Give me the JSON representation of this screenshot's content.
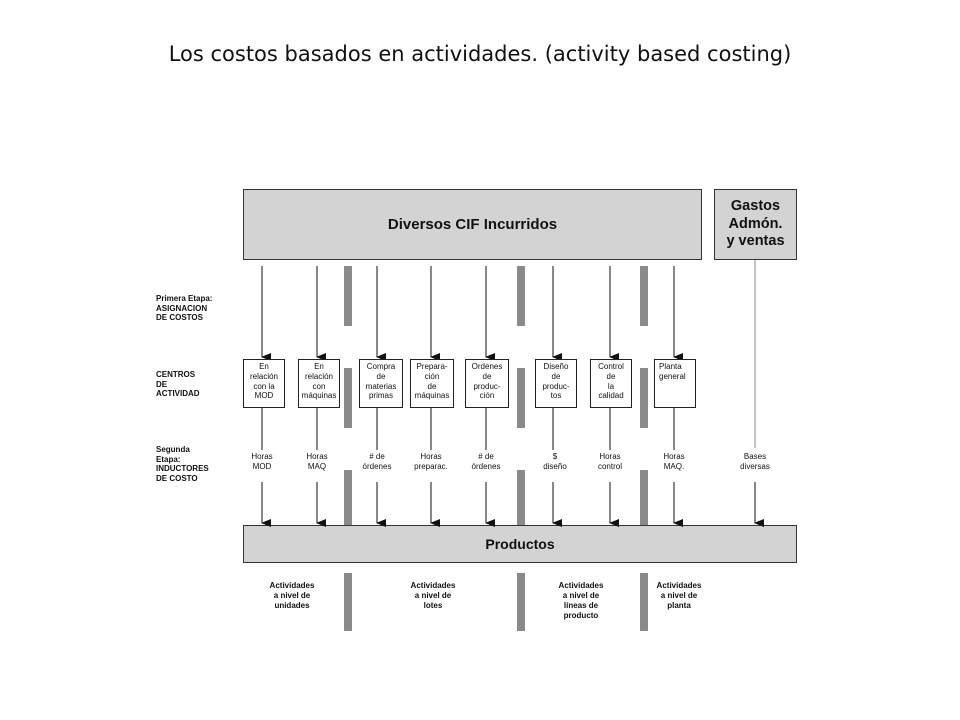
{
  "title": "Los costos basados en actividades. (activity based costing)",
  "top_boxes": {
    "cif": "Diversos CIF Incurridos",
    "gastos": "Gastos\nAdmón.\ny ventas"
  },
  "stage_labels": {
    "primera": "Primera Etapa:\nASIGNACION\nDE COSTOS",
    "centros": "CENTROS\nDE\nACTIVIDAD",
    "segunda": "Segunda\nEtapa:\nINDUCTORES\nDE COSTO"
  },
  "centers": [
    {
      "label": "En\nrelación\ncon la\nMOD",
      "driver": "Horas\nMOD"
    },
    {
      "label": "En\nrelación\ncon\nmáquinas",
      "driver": "Horas\nMAQ"
    },
    {
      "label": "Compra\nde\nmaterias\nprimas",
      "driver": "# de\nórdenes"
    },
    {
      "label": "Prepara-\nción\nde\nmáquinas",
      "driver": "Horas\npreparac."
    },
    {
      "label": "Ordenes\nde\nproduc-\nción",
      "driver": "# de\nórdenes"
    },
    {
      "label": "Diseño\nde\nproduc-\ntos",
      "driver": "$\ndiseño"
    },
    {
      "label": "Control\nde\nla\ncalidad",
      "driver": "Horas\ncontrol"
    },
    {
      "label": "Planta\ngeneral",
      "driver": "Horas\nMAQ."
    }
  ],
  "bases": "Bases\ndiversas",
  "productos": "Productos",
  "levels": [
    "Actividades\na nivel de\nunidades",
    "Actividades\na nivel de\nlotes",
    "Actividades\na nivel de\nlíneas de\nproducto",
    "Actividades\na nivel de\nplanta"
  ]
}
